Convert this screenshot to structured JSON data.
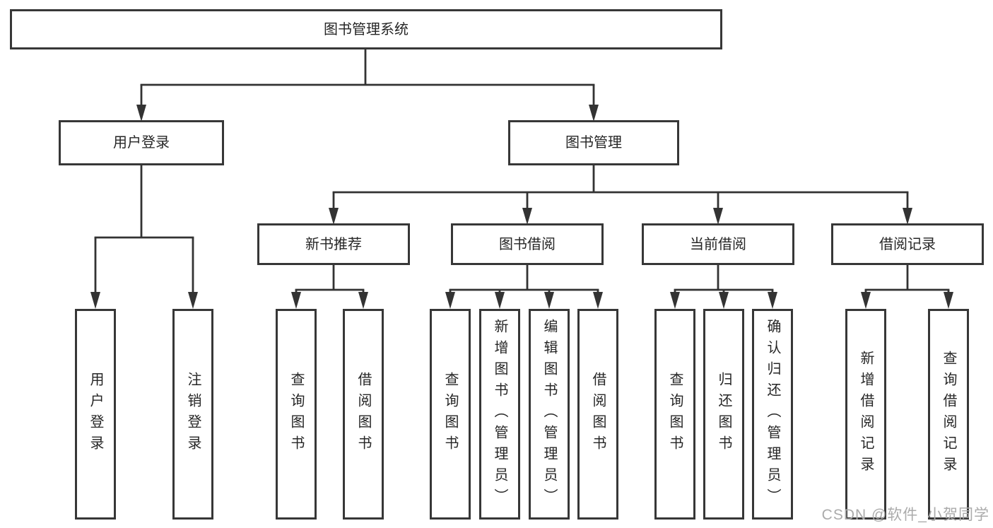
{
  "diagram": {
    "title": "图书管理系统",
    "branches": [
      {
        "label": "用户登录",
        "leaves": [
          "用户登录",
          "注销登录"
        ]
      },
      {
        "label": "图书管理",
        "groups": [
          {
            "label": "新书推荐",
            "leaves": [
              "查询图书",
              "借阅图书"
            ]
          },
          {
            "label": "图书借阅",
            "leaves": [
              "查询图书",
              "新增图书（管理员）",
              "编辑图书（管理员）",
              "借阅图书"
            ]
          },
          {
            "label": "当前借阅",
            "leaves": [
              "查询图书",
              "归还图书",
              "确认归还（管理员）"
            ]
          },
          {
            "label": "借阅记录",
            "leaves": [
              "新增借阅记录",
              "查询借阅记录"
            ]
          }
        ]
      }
    ]
  },
  "watermark": {
    "text": "CSDN @软件_小贺同学"
  },
  "colors": {
    "line": "#333333",
    "box_border": "#373737",
    "text": "#262626",
    "watermark": "#ababab",
    "background": "#ffffff"
  }
}
